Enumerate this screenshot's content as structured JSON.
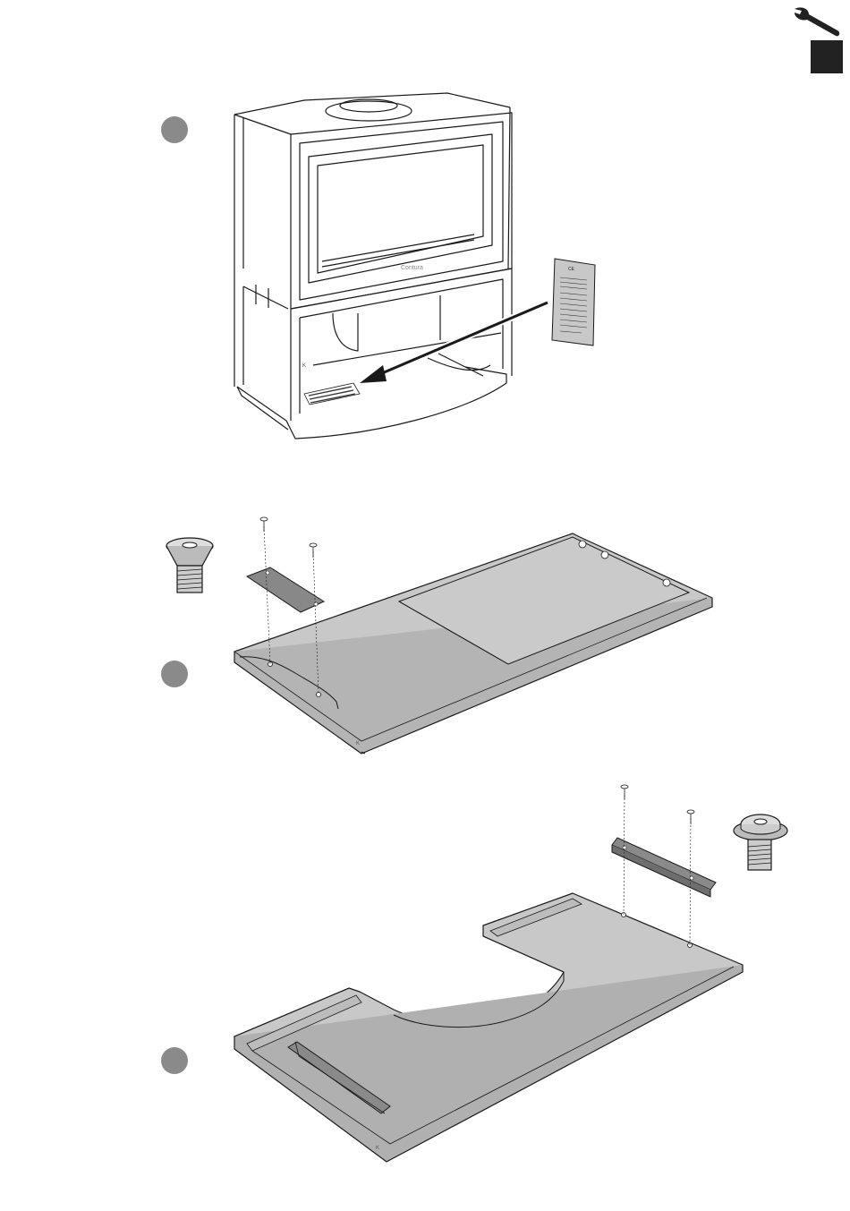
{
  "page": {
    "tab_icon": "wrench-icon",
    "brand": "Contura",
    "plate_header": "CE",
    "fig1_mark": "K",
    "fig2_mark": "K",
    "fig3_mark": "K"
  },
  "colors": {
    "step_marker": "#8a8a8a",
    "tab_block": "#222222",
    "plate_fill": "#c8c8c8",
    "line": "#1a1a1a"
  }
}
